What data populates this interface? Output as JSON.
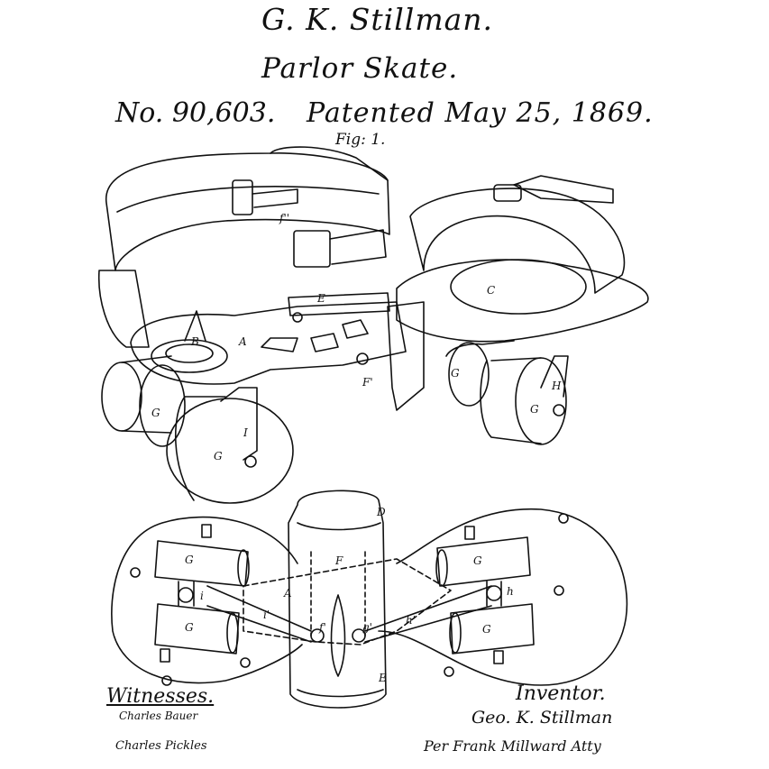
{
  "header": {
    "inventor_name": "G. K. Stillman.",
    "invention_title": "Parlor Skate.",
    "patent_number": "No. 90,603.",
    "patent_date": "Patented May 25, 1869.",
    "figure_label": "Fig: 1."
  },
  "figure_1_labels": {
    "heel_plate": "A",
    "heel_spike": "B",
    "toe_plate": "C",
    "connector": "E",
    "strap_link": "f''",
    "hinge": "F'",
    "wheel_g1": "G",
    "wheel_g2": "G",
    "wheel_g3": "G",
    "wheel_g4": "G",
    "truck_h": "H",
    "truck_i": "I"
  },
  "figure_2_labels": {
    "d": "D",
    "f": "F",
    "a": "A",
    "e": "E",
    "i_prime": "i'",
    "h_prime": "h'",
    "h": "h",
    "i": "i",
    "f_prime": "f'",
    "g_prime": "g'",
    "wheel_tl": "G",
    "wheel_bl": "G",
    "wheel_tr": "G",
    "wheel_br": "G"
  },
  "footer": {
    "witnesses_heading": "Witnesses.",
    "witness_1": "Charles Bauer",
    "witness_2": "Charles Pickles",
    "inventor_heading": "Inventor.",
    "inventor_signature": "Geo. K. Stillman",
    "attorney_signature": "Per Frank Millward Atty"
  }
}
